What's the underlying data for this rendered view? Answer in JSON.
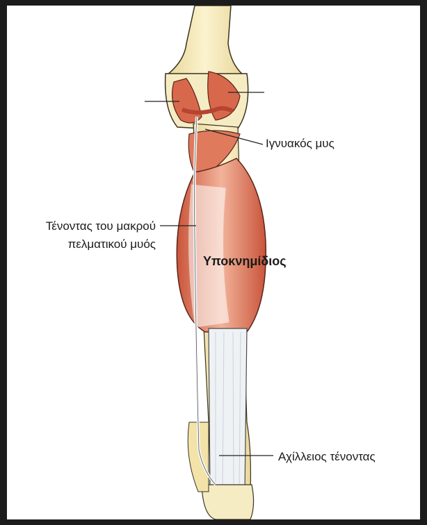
{
  "labels": {
    "popliteus": "Ιγνυακός μυς",
    "plantaris_line1": "Τένοντας του μακρού",
    "plantaris_line2": "πελματικού μυός",
    "soleus": "Υποκνημίδιος",
    "achilles": "Αχίλλειος τένοντας"
  },
  "colors": {
    "background": "#1c1c1c",
    "bone": "#f3e7b0",
    "muscle": "#d9664a",
    "muscle_light": "#f0a285",
    "tendon": "#e8eef2",
    "outline": "#2b2b2b"
  }
}
